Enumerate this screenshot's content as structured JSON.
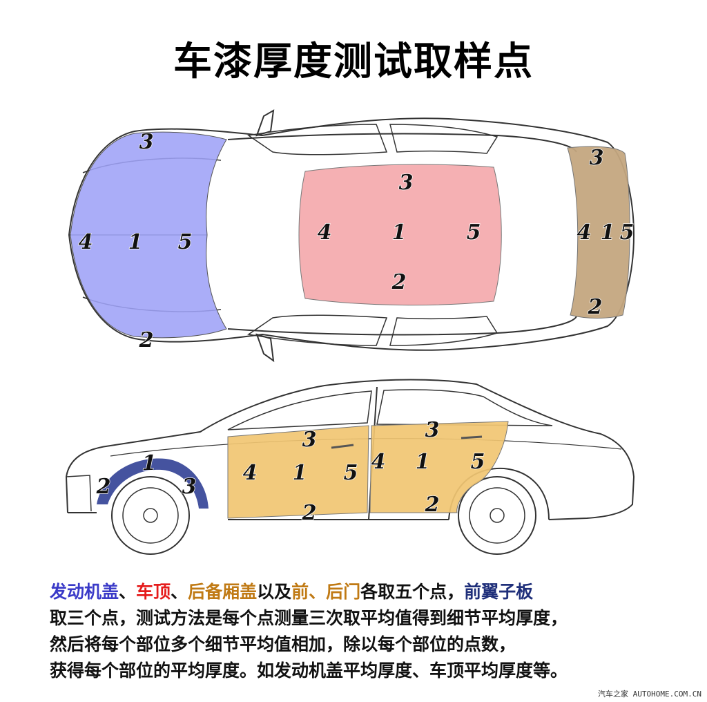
{
  "title": "车漆厚度测试取样点",
  "colors": {
    "hood": "#9ea2f7",
    "roof": "#f4a9ac",
    "trunk": "#c4a680",
    "doors": "#f1c672",
    "fender": "#3b4a9a",
    "red_text": "#e51c1c",
    "orange_text": "#c07a14",
    "blue_text": "#3a3ac8",
    "navy_text": "#1f2f7a"
  },
  "labels": {
    "hood": {
      "p1": "1",
      "p2": "2",
      "p3": "3",
      "p4": "4",
      "p5": "5"
    },
    "roof": {
      "p1": "1",
      "p2": "2",
      "p3": "3",
      "p4": "4",
      "p5": "5"
    },
    "trunk": {
      "p1": "1",
      "p2": "2",
      "p3": "3",
      "p4": "4",
      "p5": "5"
    },
    "front_door": {
      "p1": "1",
      "p2": "2",
      "p3": "3",
      "p4": "4",
      "p5": "5"
    },
    "rear_door": {
      "p1": "1",
      "p2": "2",
      "p3": "3",
      "p4": "4",
      "p5": "5"
    },
    "fender": {
      "p1": "1",
      "p2": "2",
      "p3": "3"
    }
  },
  "description": {
    "hood": "发动机盖",
    "sep1": "、",
    "roof": "车顶",
    "sep2": "、",
    "trunk": "后备厢盖",
    "text1": "以及",
    "front": "前",
    "sep3": "、",
    "rear_door": "后门",
    "text2": "各取五个点，",
    "fender": "前翼子板",
    "line2": "取三个点，测试方法是每个点测量三次取平均值得到细节平均厚度，",
    "line3": "然后将每个部位多个细节平均值相加，除以每个部位的点数，",
    "line4": "获得每个部位的平均厚度。如发动机盖平均厚度、车顶平均厚度等。"
  },
  "watermark": "汽车之家 AUTOHOME.COM.CN"
}
